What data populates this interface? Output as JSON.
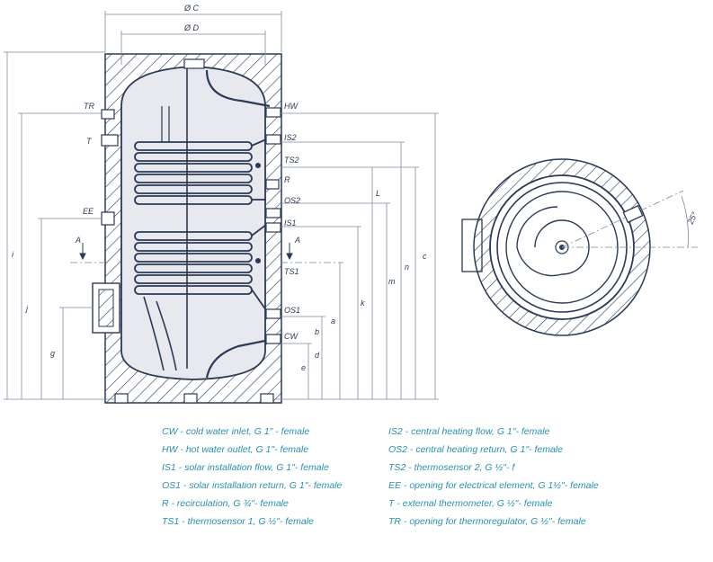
{
  "colors": {
    "line": "#2b3a55",
    "dim_line": "#7f8aa0",
    "hatch": "#2b3a55",
    "legend_text": "#2a8fb0",
    "tank_fill": "#e8e9ee"
  },
  "dimensions": {
    "outer_diameter": "Ø C",
    "inner_diameter": "Ø D",
    "angle": "25°",
    "heights": [
      "i",
      "j",
      "g",
      "a",
      "b",
      "d",
      "e",
      "k",
      "m",
      "n",
      "c",
      "L"
    ]
  },
  "connections": {
    "left": [
      "TR",
      "T",
      "EE"
    ],
    "right": [
      "HW",
      "IS2",
      "TS2",
      "R",
      "OS2",
      "IS1",
      "TS1",
      "OS1",
      "CW"
    ],
    "section_marker": "A"
  },
  "legend": {
    "left": [
      "CW - cold water inlet, G 1\" - female",
      "HW - hot water outlet, G 1\"- female",
      "IS1 - solar installation flow, G 1\"- female",
      "OS1 - solar installation return, G 1\"- female",
      "R - recirculation, G ¾\"- female",
      "TS1 - thermosensor 1, G ½\"- female"
    ],
    "right": [
      "IS2 - central heating flow, G 1\"- female",
      "OS2 - central heating return, G 1\"- female",
      "TS2 - thermosensor 2, G ½\"- f",
      "EE - opening for electrical element, G 1½\"- female",
      "T - external thermometer, G ½\"- female",
      "TR - opening for thermoregulator, G ½\"- female"
    ]
  }
}
